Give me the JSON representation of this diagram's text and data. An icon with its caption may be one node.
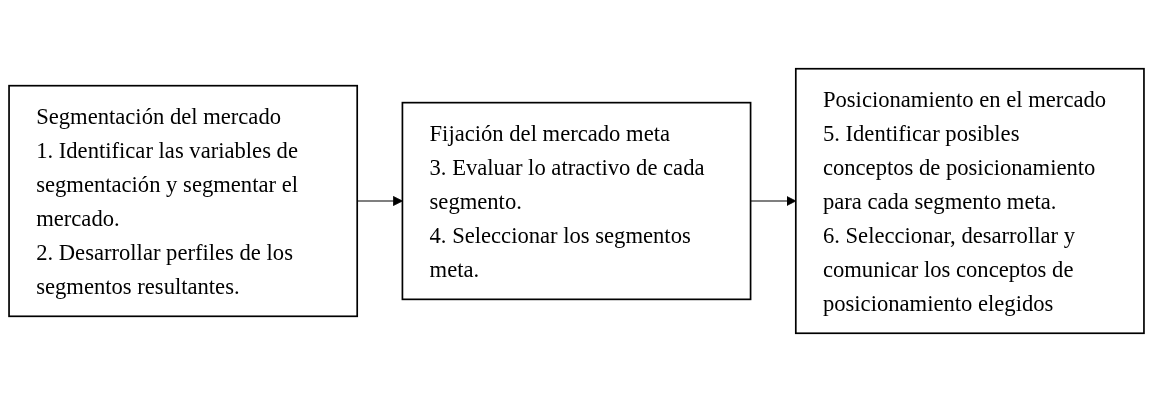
{
  "diagram": {
    "nodes": [
      {
        "text": [
          "Segmentación del mercado",
          "1. Identificar las variables de segmentación y segmentar el mercado.",
          "2. Desarrollar perfiles de los segmentos resultantes."
        ]
      },
      {
        "text": [
          "Fijación del mercado meta",
          "3. Evaluar lo atractivo de cada segmento.",
          "4. Seleccionar los segmentos meta."
        ]
      },
      {
        "text": [
          "Posicionamiento en el mercado",
          "5. Identificar posibles conceptos de posicionamiento para cada segmento meta.",
          "6. Seleccionar, desarrollar y comunicar los conceptos de posicionamiento elegidos"
        ]
      }
    ],
    "edges": [
      {
        "from": 0,
        "to": 1,
        "arrow": "to"
      },
      {
        "from": 1,
        "to": 2,
        "arrow": "to"
      }
    ]
  }
}
